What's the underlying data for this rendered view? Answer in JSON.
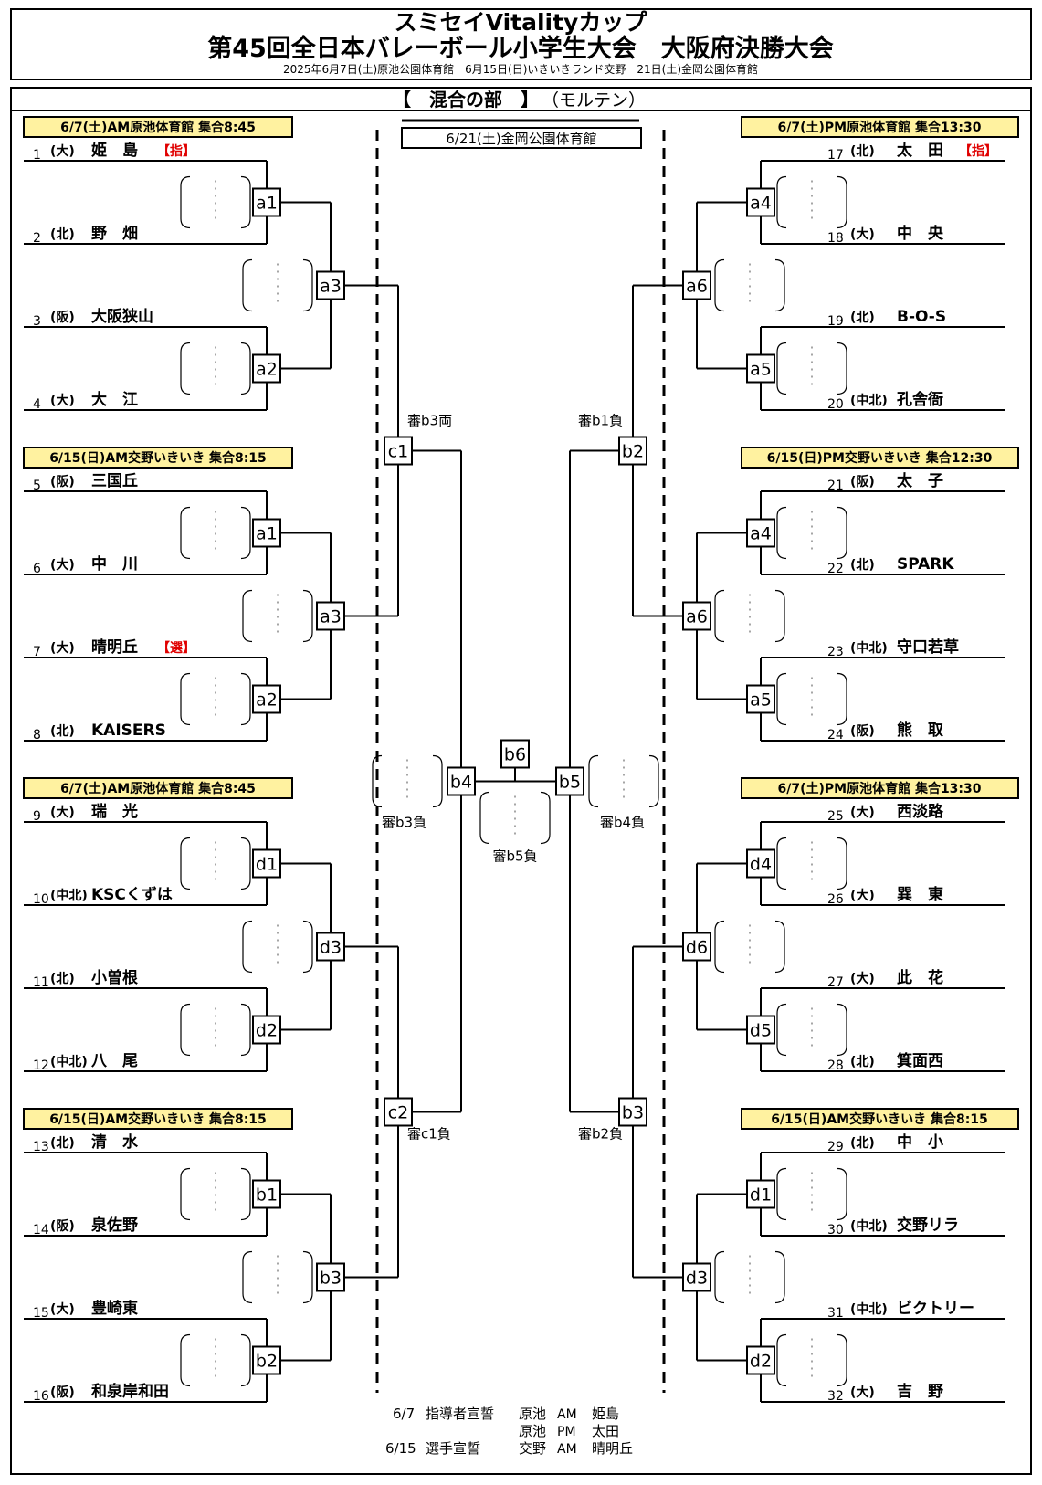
{
  "header": {
    "title_line1": "スミセイVitalityカップ",
    "title_line2": "第45回全日本バレーボール小学生大会　大阪府決勝大会",
    "subtitle": "2025年6月7日(土)原池公園体育館　6月15日(日)いきいきランド交野　21日(土)金岡公園体育館"
  },
  "division": {
    "label": "【　混合の部　】",
    "ball": "（モルテン）"
  },
  "final_venue": "6/21(土)金岡公園体育館",
  "sessions": {
    "left": [
      "6/7(土)AM原池体育館 集合8:45",
      "6/15(日)AM交野いきいき 集合8:15",
      "6/7(土)AM原池体育館 集合8:45",
      "6/15(日)AM交野いきいき 集合8:15"
    ],
    "right": [
      "6/7(土)PM原池体育館 集合13:30",
      "6/15(日)PM交野いきいき 集合12:30",
      "6/7(土)PM原池体育館 集合13:30",
      "6/15(日)AM交野いきいき 集合8:15"
    ]
  },
  "teams": {
    "left": [
      {
        "no": "1",
        "region": "(大)",
        "name": "姫　島",
        "tag": "【指】"
      },
      {
        "no": "2",
        "region": "(北)",
        "name": "野　畑",
        "tag": ""
      },
      {
        "no": "3",
        "region": "(阪)",
        "name": "大阪狭山",
        "tag": ""
      },
      {
        "no": "4",
        "region": "(大)",
        "name": "大　江",
        "tag": ""
      },
      {
        "no": "5",
        "region": "(阪)",
        "name": "三国丘",
        "tag": ""
      },
      {
        "no": "6",
        "region": "(大)",
        "name": "中　川",
        "tag": ""
      },
      {
        "no": "7",
        "region": "(大)",
        "name": "晴明丘",
        "tag": "【選】"
      },
      {
        "no": "8",
        "region": "(北)",
        "name": "KAISERS",
        "tag": ""
      },
      {
        "no": "9",
        "region": "(大)",
        "name": "瑞　光",
        "tag": ""
      },
      {
        "no": "10",
        "region": "(中北)",
        "name": "KSCくずは",
        "tag": ""
      },
      {
        "no": "11",
        "region": "(北)",
        "name": "小曽根",
        "tag": ""
      },
      {
        "no": "12",
        "region": "(中北)",
        "name": "八　尾",
        "tag": ""
      },
      {
        "no": "13",
        "region": "(北)",
        "name": "清　水",
        "tag": ""
      },
      {
        "no": "14",
        "region": "(阪)",
        "name": "泉佐野",
        "tag": ""
      },
      {
        "no": "15",
        "region": "(大)",
        "name": "豊崎東",
        "tag": ""
      },
      {
        "no": "16",
        "region": "(阪)",
        "name": "和泉岸和田",
        "tag": ""
      }
    ],
    "right": [
      {
        "no": "17",
        "region": "(北)",
        "name": "太　田",
        "tag": "【指】"
      },
      {
        "no": "18",
        "region": "(大)",
        "name": "中　央",
        "tag": ""
      },
      {
        "no": "19",
        "region": "(北)",
        "name": "B-O-S",
        "tag": ""
      },
      {
        "no": "20",
        "region": "(中北)",
        "name": "孔舎衙",
        "tag": ""
      },
      {
        "no": "21",
        "region": "(阪)",
        "name": "太　子",
        "tag": ""
      },
      {
        "no": "22",
        "region": "(北)",
        "name": "SPARK",
        "tag": ""
      },
      {
        "no": "23",
        "region": "(中北)",
        "name": "守口若草",
        "tag": ""
      },
      {
        "no": "24",
        "region": "(阪)",
        "name": "熊　取",
        "tag": ""
      },
      {
        "no": "25",
        "region": "(大)",
        "name": "西淡路",
        "tag": ""
      },
      {
        "no": "26",
        "region": "(大)",
        "name": "巽　東",
        "tag": ""
      },
      {
        "no": "27",
        "region": "(大)",
        "name": "此　花",
        "tag": ""
      },
      {
        "no": "28",
        "region": "(北)",
        "name": "箕面西",
        "tag": ""
      },
      {
        "no": "29",
        "region": "(北)",
        "name": "中　小",
        "tag": ""
      },
      {
        "no": "30",
        "region": "(中北)",
        "name": "交野リラ",
        "tag": ""
      },
      {
        "no": "31",
        "region": "(中北)",
        "name": "ビクトリー",
        "tag": ""
      },
      {
        "no": "32",
        "region": "(大)",
        "name": "吉　野",
        "tag": ""
      }
    ]
  },
  "matches": {
    "left_pair": [
      [
        "a1",
        "a2",
        "a3"
      ],
      [
        "a1",
        "a2",
        "a3"
      ],
      [
        "d1",
        "d2",
        "d3"
      ],
      [
        "b1",
        "b2",
        "b3"
      ]
    ],
    "right_pair": [
      [
        "a4",
        "a5",
        "a6"
      ],
      [
        "a4",
        "a5",
        "a6"
      ],
      [
        "d4",
        "d5",
        "d6"
      ],
      [
        "d1",
        "d2",
        "d3"
      ]
    ],
    "c_left": [
      "c1",
      "c2"
    ],
    "b_right": [
      "b2",
      "b3"
    ],
    "semis": [
      "b4",
      "b5"
    ],
    "final": "b6"
  },
  "referees": {
    "c1": "審b3両",
    "c2": "審c1負",
    "b2": "審b1負",
    "b3": "審b2負",
    "b4": "審b3負",
    "b5": "審b4負",
    "b6": "審b5負"
  },
  "oath": {
    "r1_date": "6/7",
    "r1_label": "指導者宣誓",
    "r1_venue": "原池",
    "r1_time": "AM",
    "r1_team": "姫島",
    "r2_venue": "原池",
    "r2_time": "PM",
    "r2_team": "太田",
    "r3_date": "6/15",
    "r3_label": "選手宣誓",
    "r3_venue": "交野",
    "r3_time": "AM",
    "r3_team": "晴明丘"
  },
  "colors": {
    "session_fill": "#fff2a0",
    "tag_red": "#e00000",
    "line": "#000000",
    "dotted": "#888888"
  }
}
